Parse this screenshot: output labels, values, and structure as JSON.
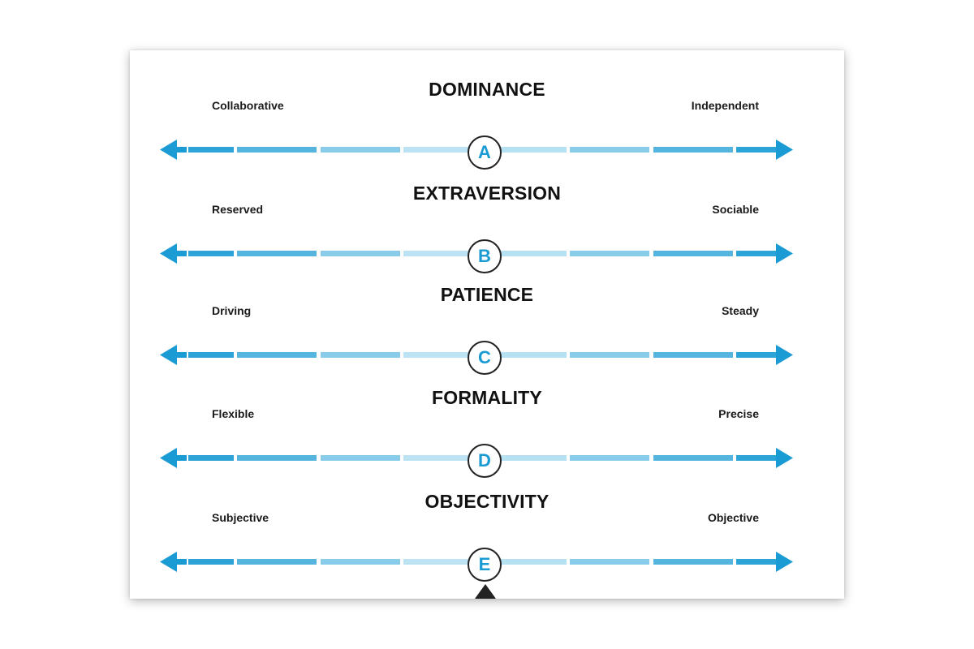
{
  "colors": {
    "arrow_dark": "#1a9bd3",
    "arrow_light": "#d4eef8",
    "marker_text": "#1a9bd3",
    "marker_border": "#222222",
    "pointer": "#222222"
  },
  "scales": [
    {
      "title": "DOMINANCE",
      "left": "Collaborative",
      "right": "Independent",
      "marker": "A"
    },
    {
      "title": "EXTRAVERSION",
      "left": "Reserved",
      "right": "Sociable",
      "marker": "B"
    },
    {
      "title": "PATIENCE",
      "left": "Driving",
      "right": "Steady",
      "marker": "C"
    },
    {
      "title": "FORMALITY",
      "left": "Flexible",
      "right": "Precise",
      "marker": "D"
    },
    {
      "title": "OBJECTIVITY",
      "left": "Subjective",
      "right": "Objective",
      "marker": "E"
    }
  ],
  "bottom_pointer_icon": "triangle-up-icon"
}
